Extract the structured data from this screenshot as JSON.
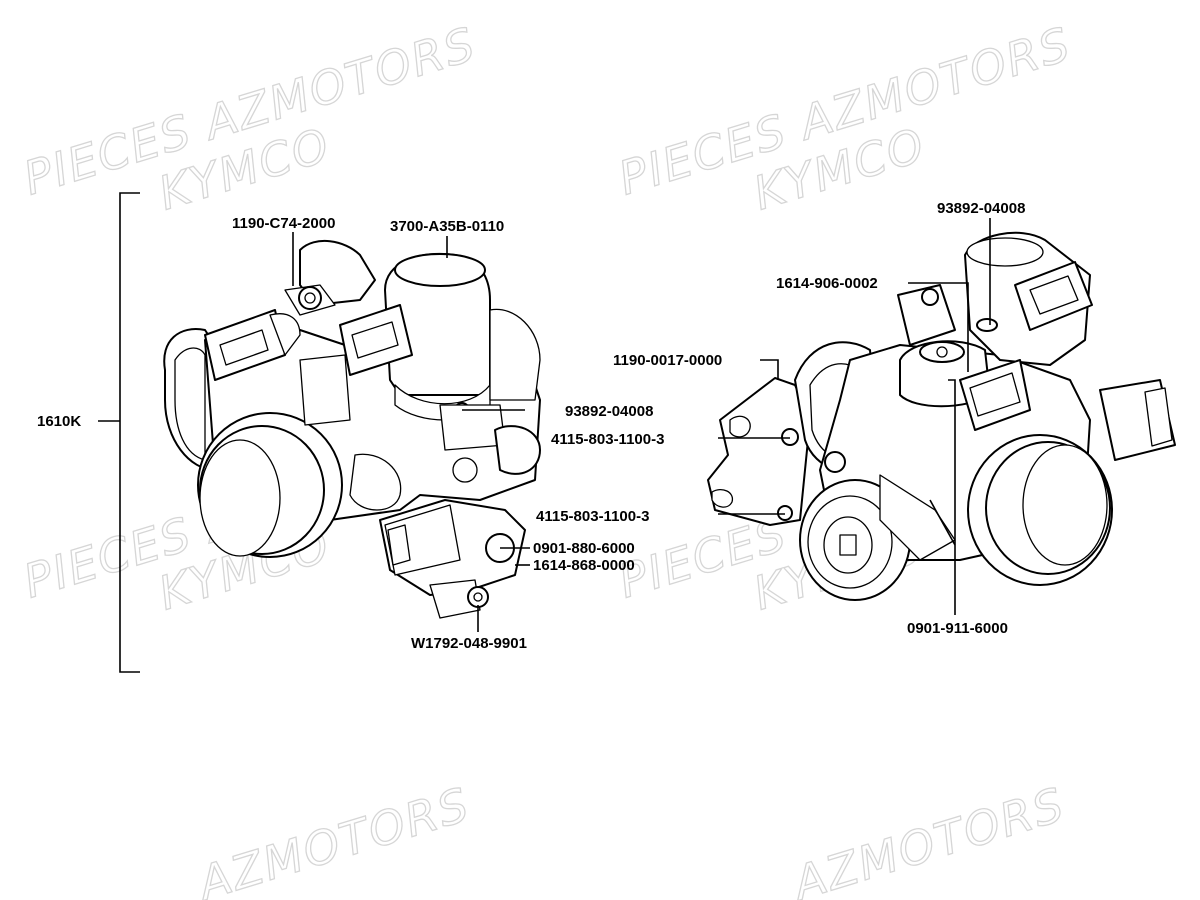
{
  "watermarks": [
    {
      "text": "PIECES AZMOTORS"
    },
    {
      "text": "KYMCO"
    },
    {
      "text": "PIECES AZMOTORS"
    },
    {
      "text": "KYMCO"
    },
    {
      "text": "PIECES AZMOTORS"
    },
    {
      "text": "KYMCO"
    },
    {
      "text": "PIECES AZMOTORS"
    },
    {
      "text": "KYMCO"
    },
    {
      "text": "AZMOTORS"
    },
    {
      "text": "AZMOTORS"
    }
  ],
  "assembly": {
    "label": "1610K"
  },
  "left_view_labels": [
    {
      "id": "1190-C74-2000",
      "text": "1190-C74-2000"
    },
    {
      "id": "3700-A35B-0110",
      "text": "3700-A35B-0110"
    },
    {
      "id": "93892-04008",
      "text": "93892-04008"
    },
    {
      "id": "4115-803-1100-3-a",
      "text": "4115-803-1100-3"
    },
    {
      "id": "4115-803-1100-3-b",
      "text": "4115-803-1100-3"
    },
    {
      "id": "0901-880-6000",
      "text": "0901-880-6000"
    },
    {
      "id": "1614-868-0000",
      "text": "1614-868-0000"
    },
    {
      "id": "W1792-048-9901",
      "text": "W1792-048-9901"
    }
  ],
  "right_view_labels": [
    {
      "id": "93892-04008-r",
      "text": "93892-04008"
    },
    {
      "id": "1614-906-0002",
      "text": "1614-906-0002"
    },
    {
      "id": "1190-0017-0000",
      "text": "1190-0017-0000"
    },
    {
      "id": "0901-911-6000",
      "text": "0901-911-6000"
    }
  ]
}
